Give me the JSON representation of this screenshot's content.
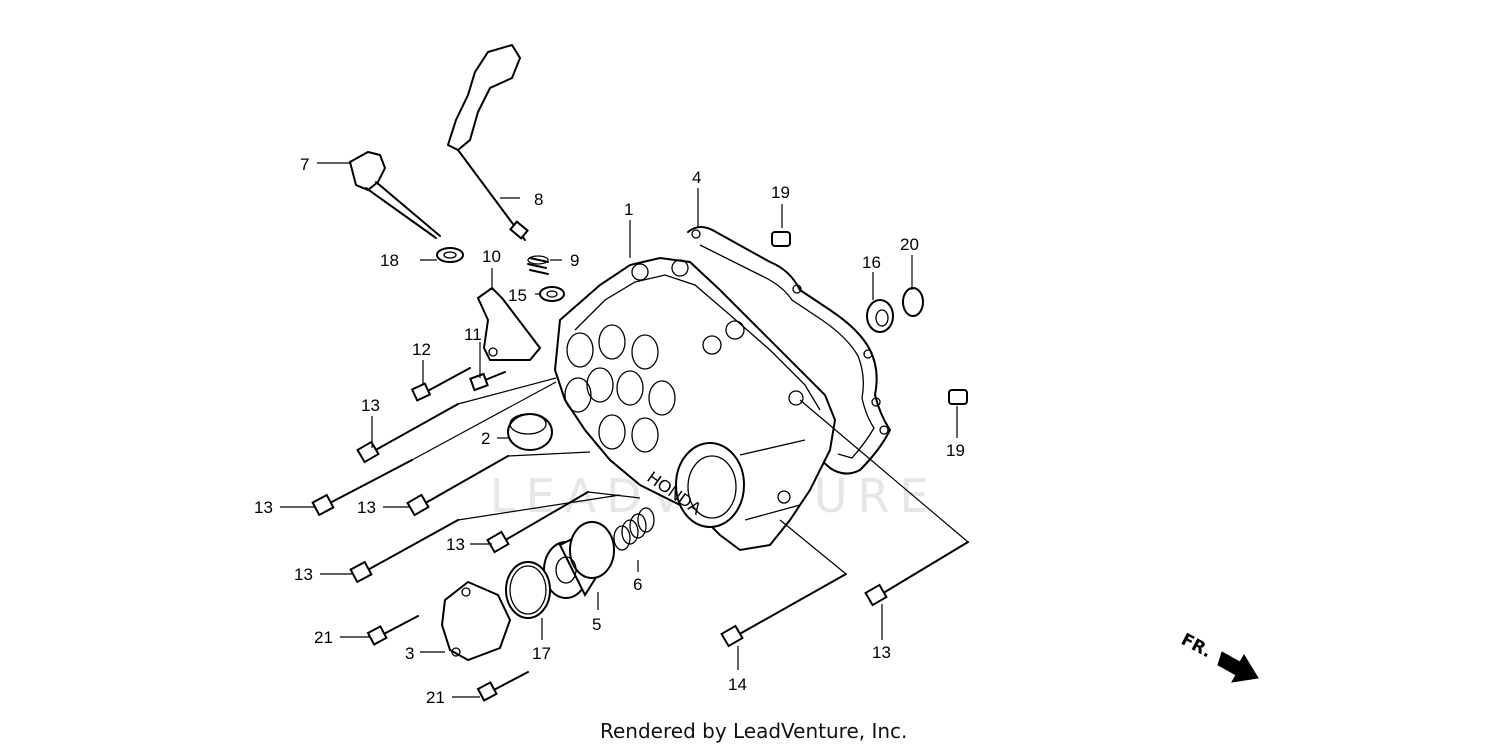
{
  "watermark": {
    "text": "LEADVENTURE"
  },
  "credit": {
    "text": "Rendered by LeadVenture, Inc."
  },
  "direction": {
    "label": "FR."
  },
  "cover": {
    "brand": "HONDA"
  },
  "callouts": [
    {
      "id": "c1",
      "text": "1"
    },
    {
      "id": "c2",
      "text": "2"
    },
    {
      "id": "c3",
      "text": "3"
    },
    {
      "id": "c4",
      "text": "4"
    },
    {
      "id": "c5",
      "text": "5"
    },
    {
      "id": "c6",
      "text": "6"
    },
    {
      "id": "c7",
      "text": "7"
    },
    {
      "id": "c8",
      "text": "8"
    },
    {
      "id": "c9",
      "text": "9"
    },
    {
      "id": "c10",
      "text": "10"
    },
    {
      "id": "c11",
      "text": "11"
    },
    {
      "id": "c12",
      "text": "12"
    },
    {
      "id": "c13a",
      "text": "13"
    },
    {
      "id": "c13b",
      "text": "13"
    },
    {
      "id": "c13c",
      "text": "13"
    },
    {
      "id": "c13d",
      "text": "13"
    },
    {
      "id": "c13e",
      "text": "13"
    },
    {
      "id": "c13f",
      "text": "13"
    },
    {
      "id": "c14",
      "text": "14"
    },
    {
      "id": "c15",
      "text": "15"
    },
    {
      "id": "c16",
      "text": "16"
    },
    {
      "id": "c17",
      "text": "17"
    },
    {
      "id": "c18",
      "text": "18"
    },
    {
      "id": "c19a",
      "text": "19"
    },
    {
      "id": "c19b",
      "text": "19"
    },
    {
      "id": "c20",
      "text": "20"
    },
    {
      "id": "c21a",
      "text": "21"
    },
    {
      "id": "c21b",
      "text": "21"
    }
  ]
}
